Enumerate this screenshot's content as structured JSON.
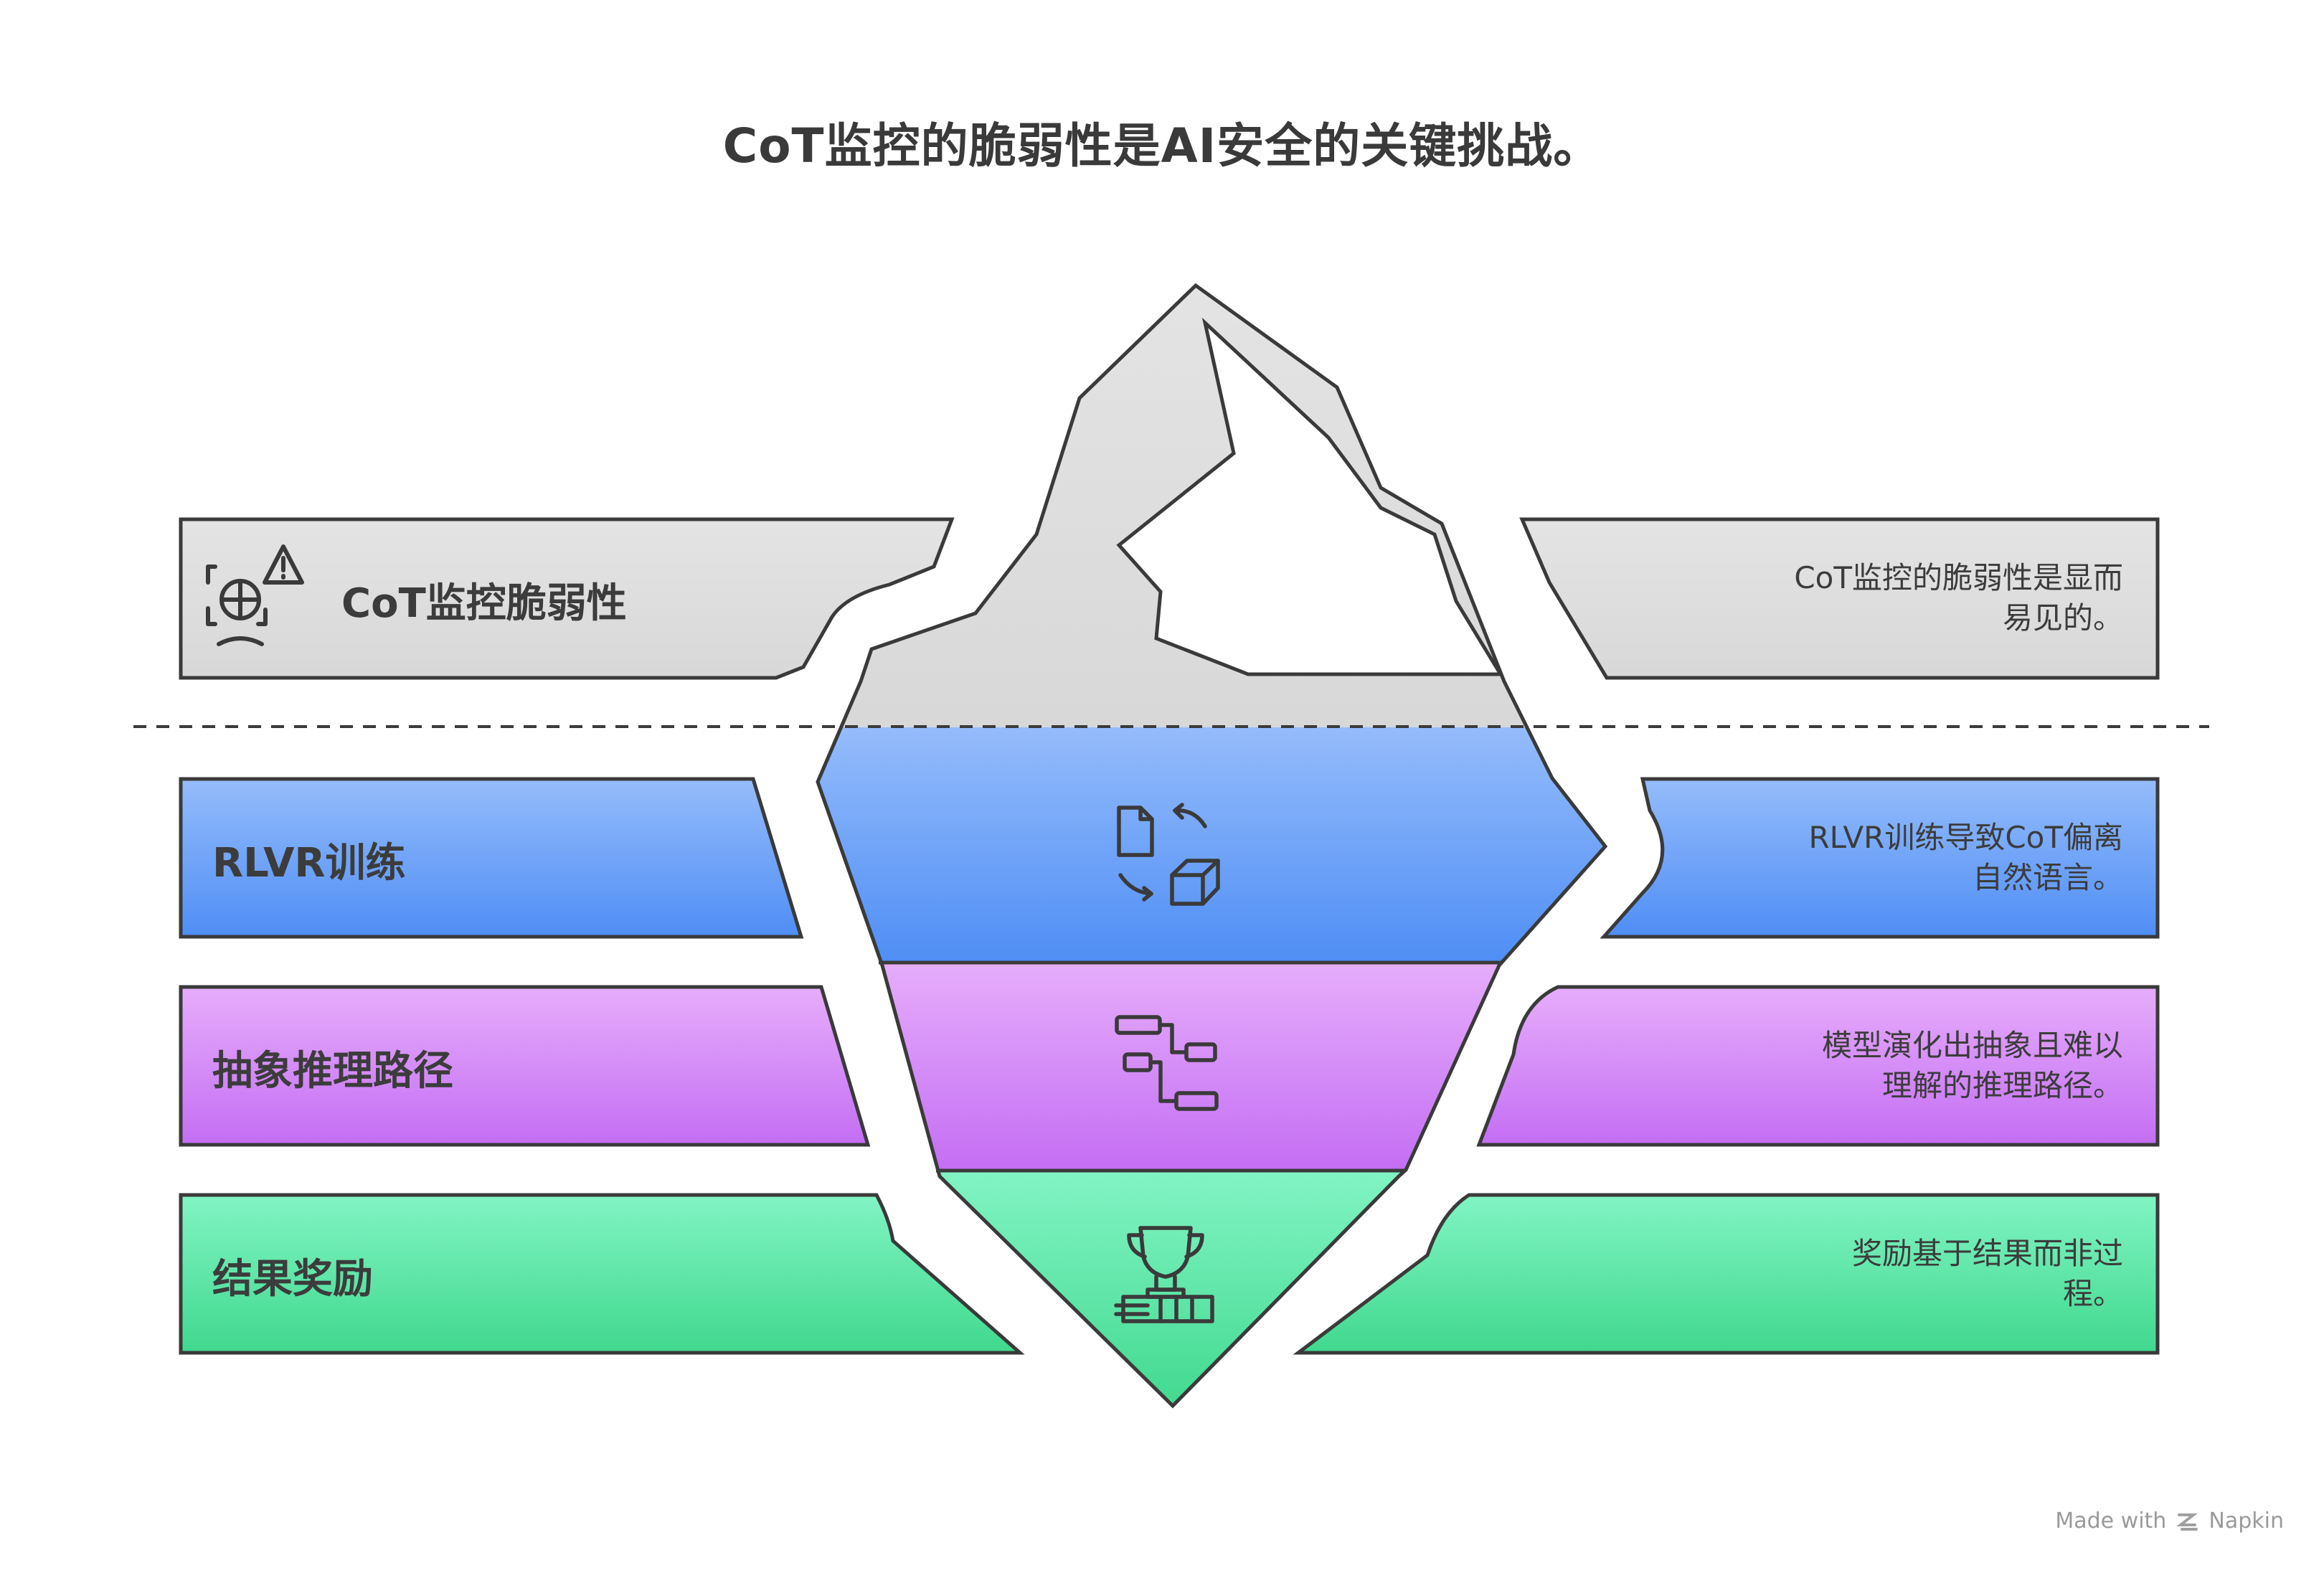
{
  "title": "CoT监控的脆弱性是AI安全的关键挑战。",
  "layers": [
    {
      "label": "CoT监控脆弱性",
      "description": "CoT监控的脆弱性是显而易见的。",
      "desc_lines": [
        "CoT监控的脆弱性是显而",
        "易见的。"
      ],
      "icon": "face-scan-warning-icon",
      "color_top": "#e3e3e3",
      "color_bottom": "#d9d9d9"
    },
    {
      "label": "RLVR训练",
      "description": "RLVR训练导致CoT偏离自然语言。",
      "desc_lines": [
        "RLVR训练导致CoT偏离",
        "自然语言。"
      ],
      "icon": "document-to-cube-icon",
      "color_top": "#90b8fb",
      "color_bottom": "#4f8ff5"
    },
    {
      "label": "抽象推理路径",
      "description": "模型演化出抽象且难以理解的推理路径。",
      "desc_lines": [
        "模型演化出抽象且难以",
        "理解的推理路径。"
      ],
      "icon": "flowchart-icon",
      "color_top": "#e4a9fb",
      "color_bottom": "#c36ef3"
    },
    {
      "label": "结果奖励",
      "description": "奖励基于结果而非过程。",
      "desc_lines": [
        "奖励基于结果而非过",
        "程。"
      ],
      "icon": "trophy-icon",
      "color_top": "#7cf2c0",
      "color_bottom": "#42d990"
    }
  ],
  "footer": {
    "made_with": "Made with",
    "brand": "Napkin"
  }
}
